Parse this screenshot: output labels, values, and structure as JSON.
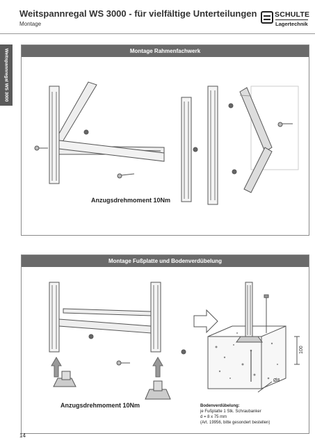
{
  "header": {
    "title": "Weitspannregal WS 3000 - für vielfältige Unterteilungen",
    "subtitle": "Montage"
  },
  "logo": {
    "name": "SCHULTE",
    "tagline": "Lagertechnik"
  },
  "side_tab": {
    "label": "Weitspannregal WS 3000"
  },
  "sections": [
    {
      "title": "Montage Rahmenfachwerk",
      "torque_label": "Anzugsdrehmoment 10Nm"
    },
    {
      "title": "Montage Fußplatte und Bodenverdübelung",
      "torque_label": "Anzugsdrehmoment 10Nm",
      "dimension_height": "100",
      "dimension_diameter": "Ø8",
      "anchor_note": {
        "title": "Bodenverdübelung:",
        "lines": [
          "je Fußplatte 1 Stk. Schraubanker",
          "d = 8 x 75 mm",
          "(Art. 19956, bitte gesondert bestellen)"
        ]
      }
    }
  ],
  "page_number": "14",
  "colors": {
    "section_header": "#6a6a6a",
    "side_tab": "#5a5a5a",
    "rule": "#999999",
    "drawing_line": "#555555"
  }
}
